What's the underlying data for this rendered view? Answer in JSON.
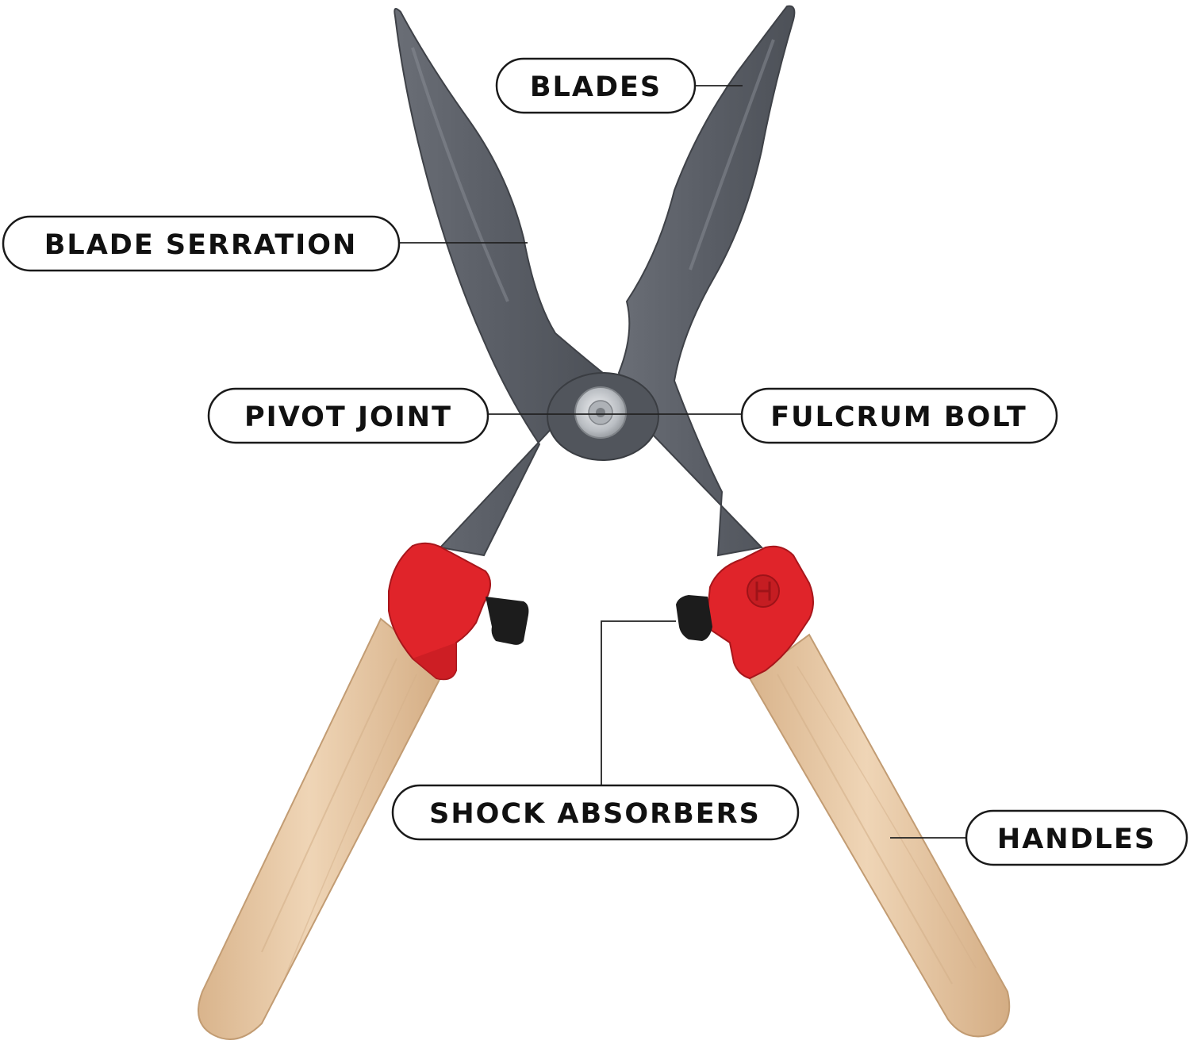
{
  "labels": {
    "blades": "BLADES",
    "blade_serration": "BLADE SERRATION",
    "pivot_joint": "PIVOT JOINT",
    "fulcrum_bolt": "FULCRUM BOLT",
    "shock_absorbers": "SHOCK ABSORBERS",
    "handles": "HANDLES"
  },
  "colors": {
    "blade": "#5c6068",
    "blade_highlight": "#8a8e95",
    "collar": "#e0242a",
    "collar_shadow": "#a8161b",
    "wood": "#e8c9a6",
    "wood_dark": "#c9a47d",
    "bolt": "#c9ccd0",
    "bumper": "#1c1c1c"
  }
}
